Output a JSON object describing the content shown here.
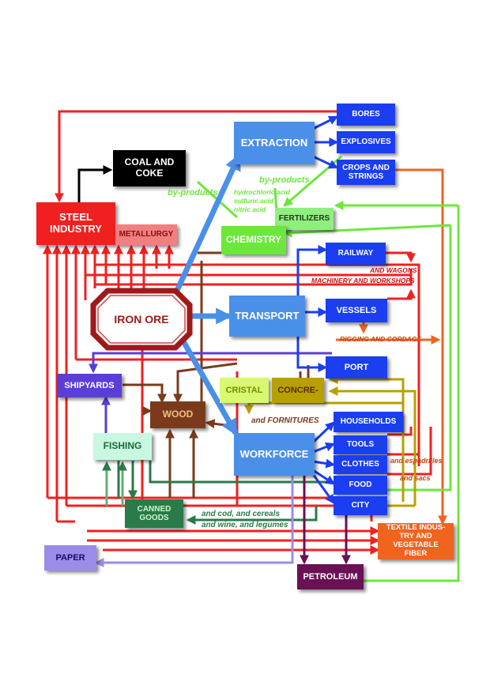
{
  "colors": {
    "steel": "#f02020",
    "blue_dark": "#1a3ef0",
    "blue_light": "#4a90e8",
    "green": "#6be83a",
    "brown": "#7b3a1c",
    "olive": "#b8a000",
    "purple": "#5b3ed8",
    "dark_green": "#2a7a4a",
    "orange": "#f0641e",
    "lavender": "#9a8ce8",
    "maroon": "#6a1054",
    "black": "#000000"
  },
  "nodes": {
    "bores": "BORES",
    "explosives": "EXPLOSIVES",
    "crops_and_strings": "CROPS AND STRINGS",
    "extraction": "EXTRACTION",
    "coal_and_coke": "COAL AND COKE",
    "steel_industry": "STEEL INDUSTRY",
    "metallurgy": "METALLURGY",
    "fertilizers": "FERTILIZERS",
    "chemistry": "CHEMISTRY",
    "railway": "RAILWAY",
    "iron_ore": "IRON ORE",
    "transport": "TRANSPORT",
    "vessels": "VESSELS",
    "port": "PORT",
    "shipyards": "SHIPYARDS",
    "cristal": "CRISTAL",
    "concrete": "CONCRE-",
    "wood": "WOOD",
    "households": "HOUSEHOLDS",
    "fishing": "FISHING",
    "workforce": "WORKFORCE",
    "tools": "TOOLS",
    "clothes": "CLOTHES",
    "food": "FOOD",
    "city": "CITY",
    "canned_goods": "CANNED GOODS",
    "textile": "TEXTILE INDUS- TRY AND VEGETABLE FIBER",
    "paper": "PAPER",
    "petroleum": "PETROLEUM"
  },
  "annotations": {
    "by_products_left": "by-products",
    "by_products_right": "by-products",
    "acids_1": "hydrochloric acid",
    "acids_2": "sulfuric acid",
    "acids_3": "nitric acid",
    "and_wagons": "AND WAGONS",
    "machinery": "MACHINERY AND WORKSHOPS",
    "rigging": "RIGGING AND CORDAGE",
    "furnitures": "and FORNITURES",
    "espadrilles": "and espadrilles",
    "sacs": "and sacs",
    "cod_cereals": "and cod, and cereals",
    "wine_legumes": "and wine, and legumes"
  }
}
